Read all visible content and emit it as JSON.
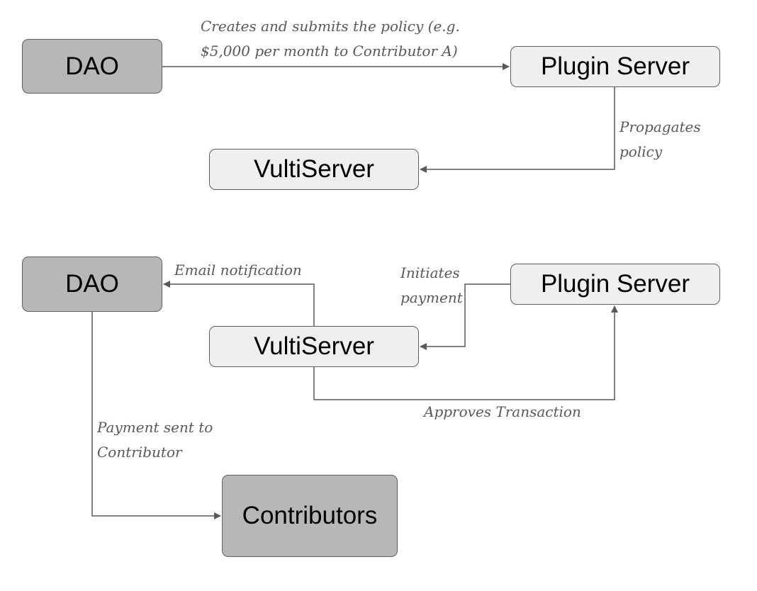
{
  "top_flow": {
    "dao": "DAO",
    "plugin_server": "Plugin Server",
    "vultiserver": "VultiServer",
    "label_submit_line1": "Creates and submits the policy (e.g.",
    "label_submit_line2": "$5,000 per month to Contributor A)",
    "label_propagate_line1": "Propagates",
    "label_propagate_line2": "policy"
  },
  "bottom_flow": {
    "dao": "DAO",
    "plugin_server": "Plugin Server",
    "vultiserver": "VultiServer",
    "contributors": "Contributors",
    "label_email": "Email notification",
    "label_initiates_line1": "Initiates",
    "label_initiates_line2": "payment",
    "label_approves": "Approves Transaction",
    "label_payment_line1": "Payment sent to",
    "label_payment_line2": "Contributor"
  },
  "colors": {
    "dark_box": "#b7b7b7",
    "light_box": "#efefef",
    "border": "#5f5f5f",
    "connector": "#595959"
  }
}
